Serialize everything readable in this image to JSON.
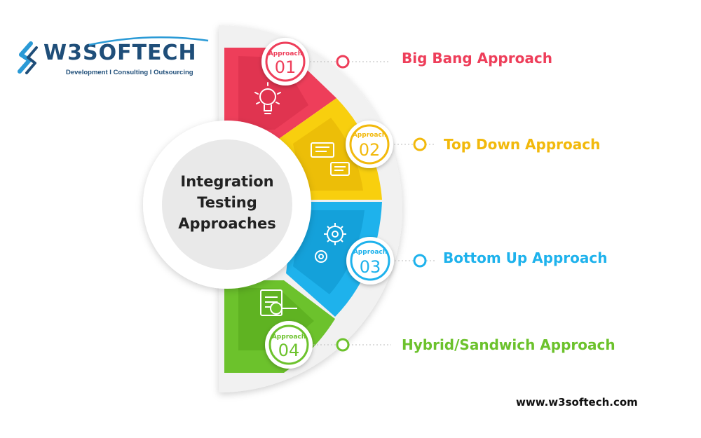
{
  "logo": {
    "name": "W3SOFTECH",
    "tagline": "Development I Consulting I Outsourcing"
  },
  "center": {
    "line1": "Integration",
    "line2": "Testing",
    "line3": "Approaches"
  },
  "approaches": [
    {
      "badge_word": "Approach",
      "number": "01",
      "label": "Big Bang Approach",
      "color": "#ee3e5a",
      "icon": "lightbulb-icon"
    },
    {
      "badge_word": "Approach",
      "number": "02",
      "label": "Top Down Approach",
      "color": "#f2b90c",
      "icon": "chat-bubbles-icon"
    },
    {
      "badge_word": "Approach",
      "number": "03",
      "label": "Bottom Up Approach",
      "color": "#1eb2ec",
      "icon": "gears-icon"
    },
    {
      "badge_word": "Approach",
      "number": "04",
      "label": "Hybrid/Sandwich Approach",
      "color": "#6cc22c",
      "icon": "document-search-icon"
    }
  ],
  "website": "www.w3softech.com"
}
